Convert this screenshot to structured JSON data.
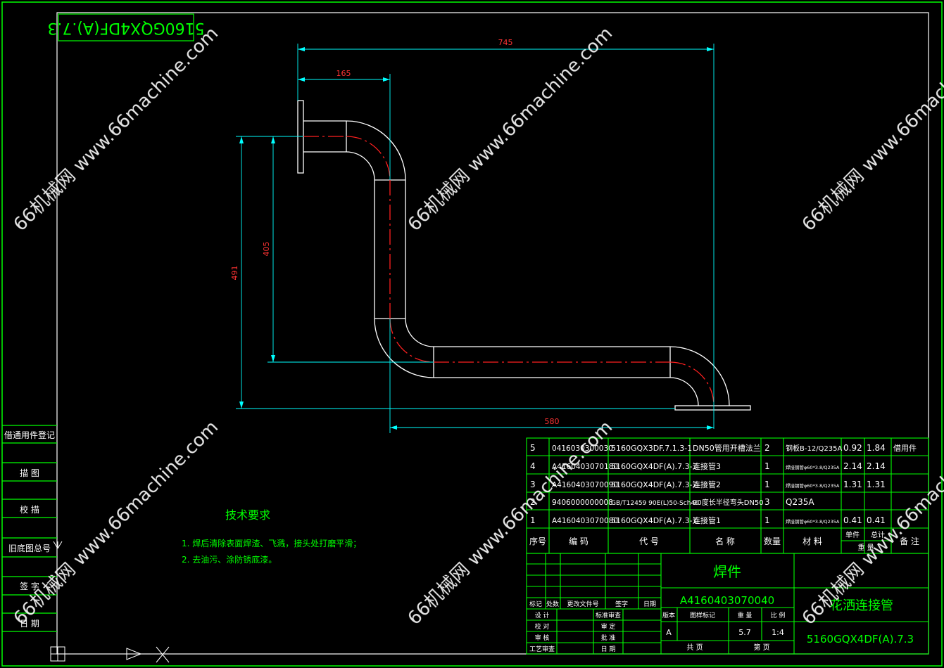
{
  "drawing_number_mirrored": "5160GQX4DF(A).7.3",
  "watermark": "66机械网 www.66machine.com",
  "dimensions": {
    "d745": "745",
    "d165": "165",
    "d405": "405",
    "d491": "491",
    "d580": "580"
  },
  "side_panel": [
    "借通用件登记",
    "描 图",
    "校 描",
    "旧底图总号",
    "签 字",
    "日 期"
  ],
  "tech_requirements": {
    "title": "技术要求",
    "items": [
      "1. 焊后清除表面焊渣、飞溅，接头处打磨平滑；",
      "2. 去油污、涂防锈底漆。"
    ]
  },
  "bom": {
    "headers": [
      "序号",
      "编 码",
      "代 号",
      "名 称",
      "数量",
      "材 料",
      "单件",
      "总计",
      "备 注"
    ],
    "weight_label": "重 量",
    "rows": [
      [
        "5",
        "0416030300030",
        "5160GQX3DF.7.1.3-1",
        "DN50管用开槽法兰",
        "2",
        "钢板B-12/Q235A",
        "0.92",
        "1.84",
        "借用件"
      ],
      [
        "4",
        "A4160403070180",
        "5160GQX4DF(A).7.3-3",
        "连接管3",
        "1",
        "焊接钢管φ60*3.8/Q235A",
        "2.14",
        "2.14",
        ""
      ],
      [
        "3",
        "A4160403070090",
        "5160GQX4DF(A).7.3-2",
        "连接管2",
        "1",
        "焊接钢管φ60*3.8/Q235A",
        "1.31",
        "1.31",
        ""
      ],
      [
        "2",
        "9406000000008",
        "GB/T12459 90E(L)50-Sch40",
        "90度长半径弯头DN50",
        "3",
        "Q235A",
        "",
        "",
        ""
      ],
      [
        "1",
        "A4160403070080",
        "5160GQX4DF(A).7.3-1",
        "连接管1",
        "1",
        "焊接钢管φ60*3.8/Q235A",
        "0.41",
        "0.41",
        ""
      ]
    ]
  },
  "title_block": {
    "part_type": "焊件",
    "code": "A4160403070040",
    "name": "花洒连接管",
    "drawing_no": "5160GQX4DF(A).7.3",
    "rev_labels": [
      "标记",
      "处数",
      "更改文件号",
      "签字",
      "日期"
    ],
    "role_labels": [
      "设 计",
      "校 对",
      "审 核",
      "工艺审查"
    ],
    "role_labels2": [
      "标准审查",
      "审 定",
      "批 准",
      "日 期"
    ],
    "stage_label": "版本",
    "stage": "A",
    "mark_label": "图样标记",
    "weight_label": "重 量",
    "weight": "5.7",
    "scale_label": "比 例",
    "scale": "1:4",
    "sheets": "共 页",
    "sheet": "第 页"
  }
}
